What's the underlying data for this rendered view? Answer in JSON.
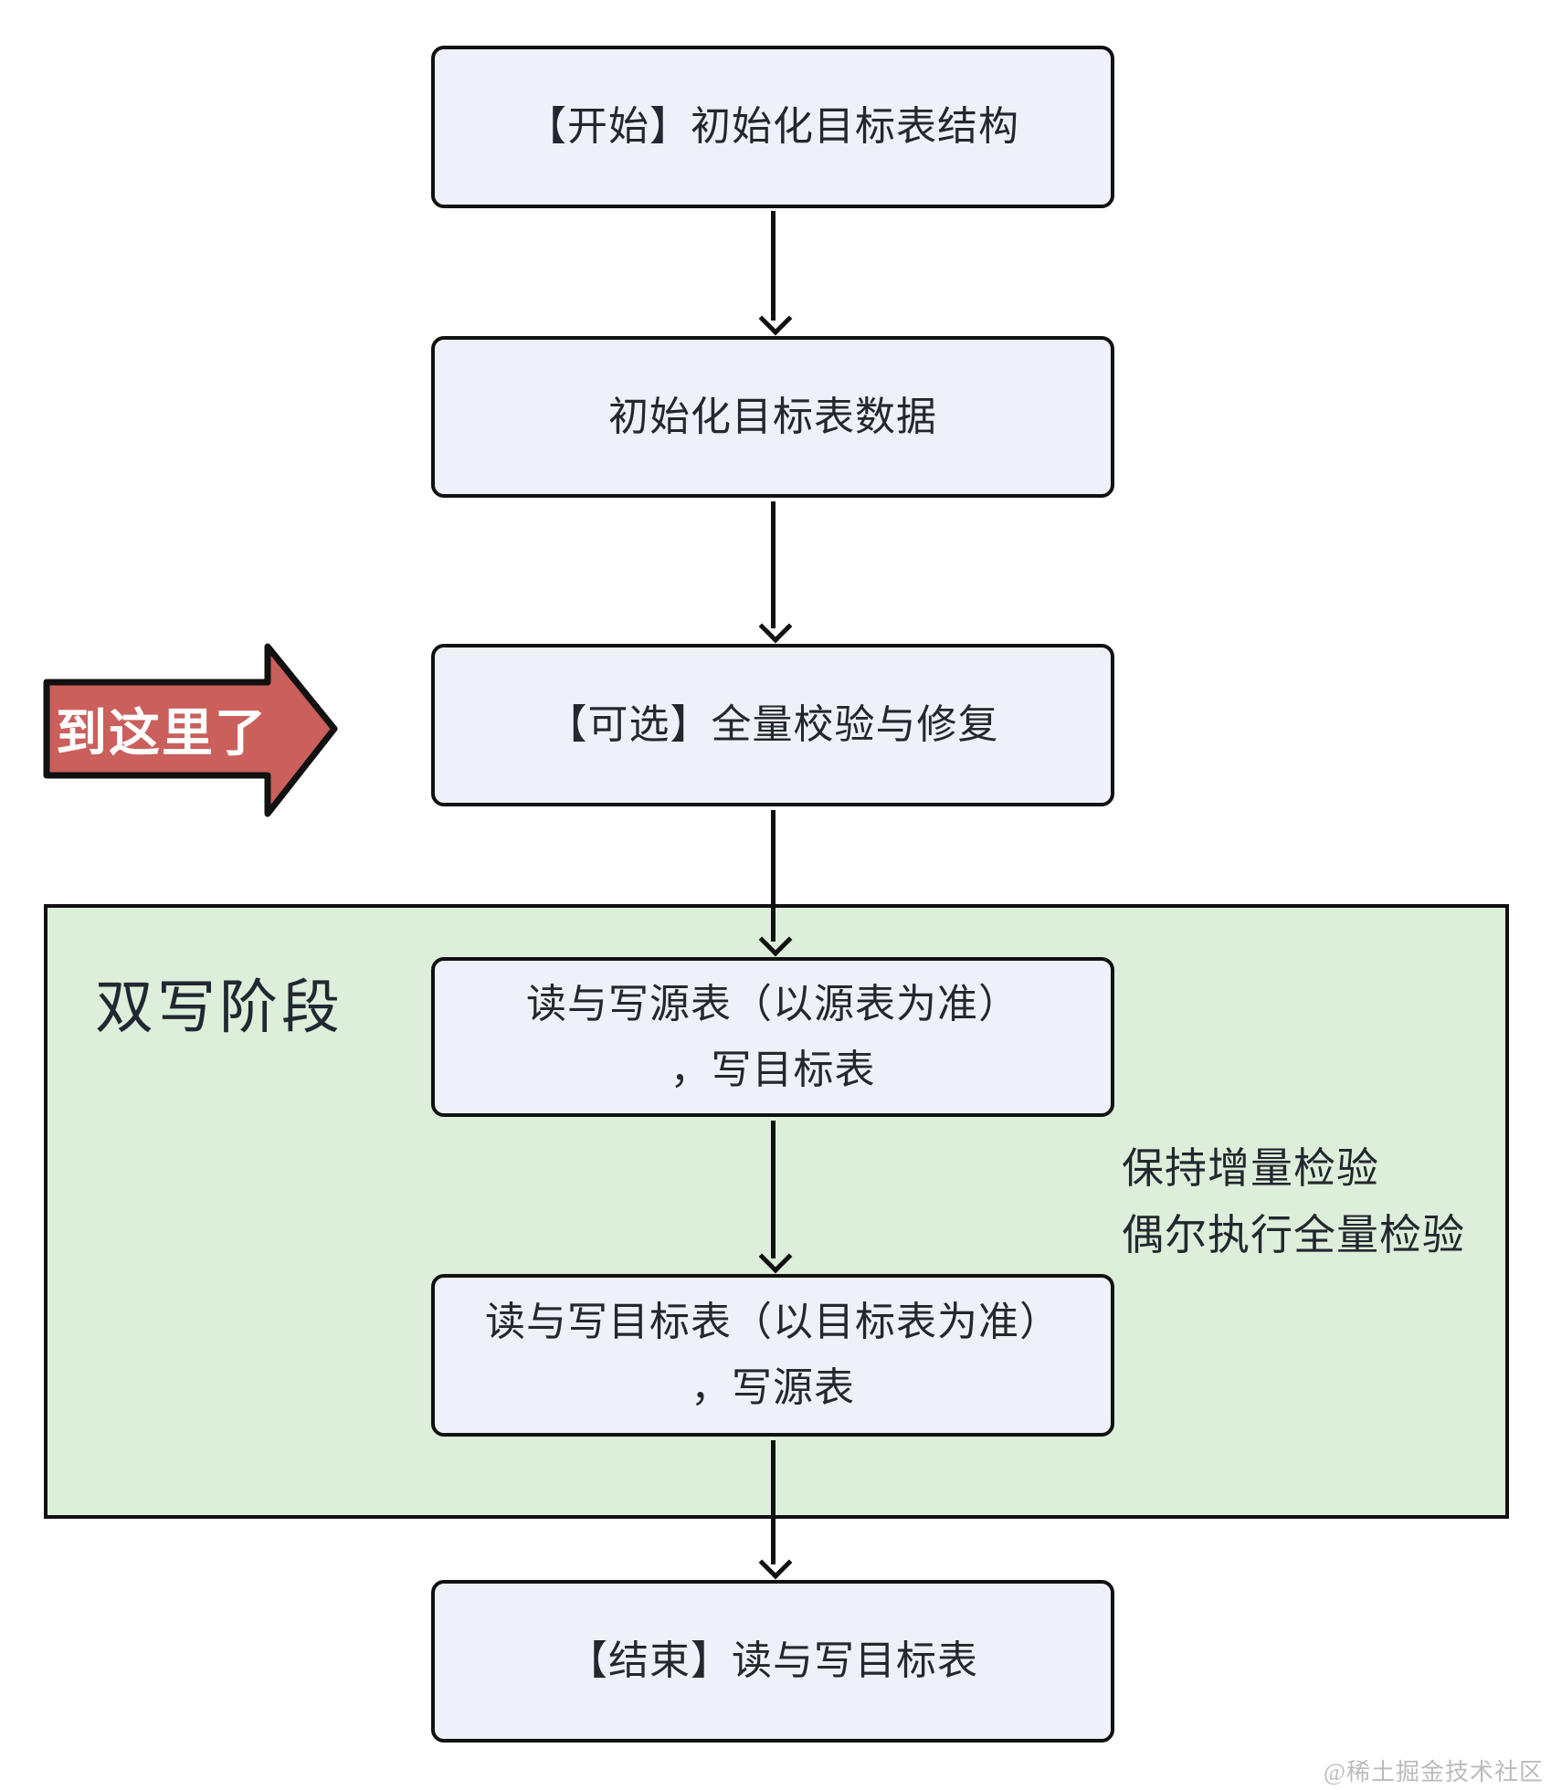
{
  "flowchart": {
    "nodes": {
      "start": "【开始】初始化目标表结构",
      "init_data": "初始化目标表数据",
      "full_check": "【可选】全量校验与修复",
      "write_source": {
        "line1": "读与写源表（以源表为准）",
        "line2": "，写目标表"
      },
      "write_target": {
        "line1": "读与写目标表（以目标表为准）",
        "line2": "，写源表"
      },
      "end": "【结束】读与写目标表"
    },
    "pointer_label": "到这里了",
    "phase": {
      "label": "双写阶段",
      "note_line1": "保持增量检验",
      "note_line2": "偶尔执行全量检验"
    },
    "watermark": "@稀土掘金技术社区",
    "colors": {
      "node_fill": "#eef1f8",
      "phase_fill": "#ddeeda",
      "pointer_fill": "#ca5f5b",
      "pointer_text": "#ffffff",
      "outline": "#111111",
      "text": "#23272e",
      "watermark_text": "#bdbbba"
    }
  }
}
